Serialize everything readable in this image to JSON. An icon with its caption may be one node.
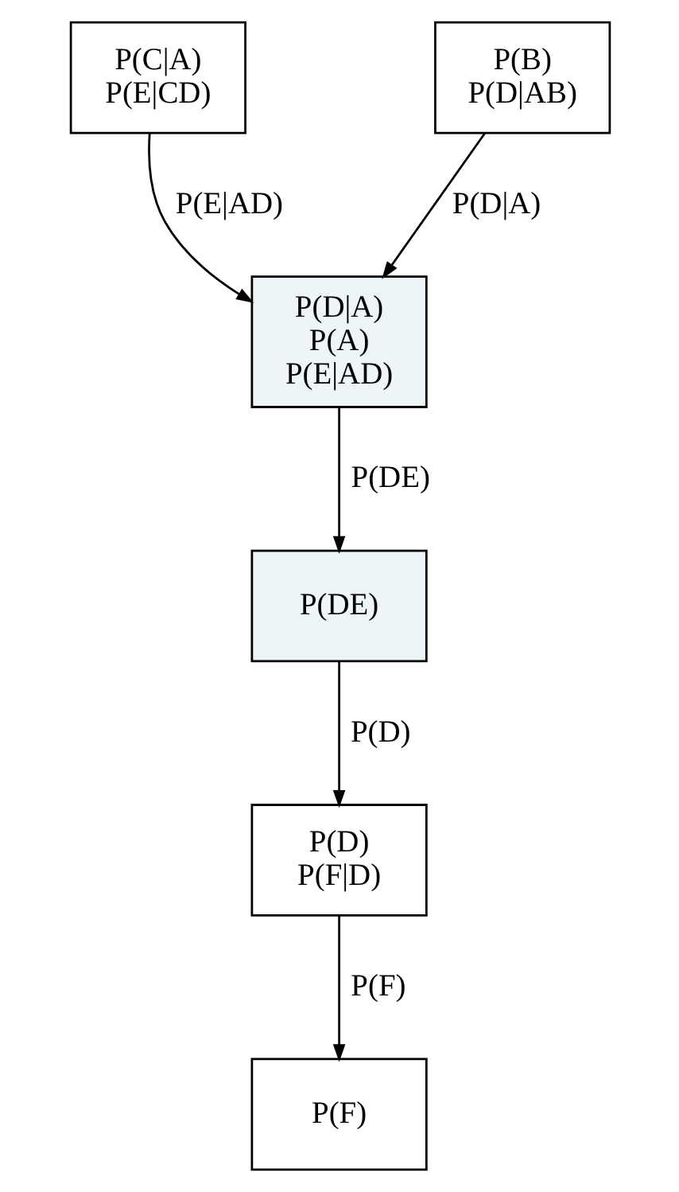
{
  "diagram": {
    "nodes": [
      {
        "text": [
          "P(C|A)",
          "P(E|CD)"
        ]
      },
      {
        "text": [
          "P(B)",
          "P(D|AB)"
        ]
      },
      {
        "text": [
          "P(D|A)",
          "P(A)",
          "P(E|AD)"
        ]
      },
      {
        "text": [
          "P(DE)"
        ]
      },
      {
        "text": [
          "P(D)",
          "P(F|D)"
        ]
      },
      {
        "text": [
          "P(F)"
        ]
      }
    ],
    "edges": [
      {
        "from": 0,
        "to": 2,
        "arrow": "to",
        "label": "P(E|AD)"
      },
      {
        "from": 1,
        "to": 2,
        "arrow": "to",
        "label": "P(D|A)"
      },
      {
        "from": 2,
        "to": 3,
        "arrow": "to",
        "label": "P(DE)"
      },
      {
        "from": 3,
        "to": 4,
        "arrow": "to",
        "label": "P(D)"
      },
      {
        "from": 4,
        "to": 5,
        "arrow": "to",
        "label": "P(F)"
      }
    ]
  }
}
